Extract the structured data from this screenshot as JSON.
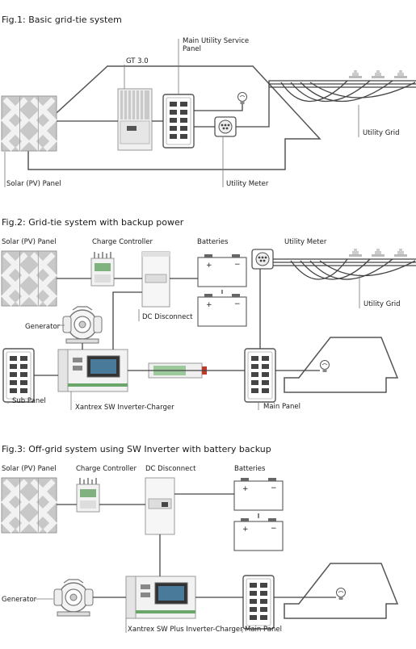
{
  "fig1": {
    "title": "Fig.1: Basic grid-tie system",
    "labels": {
      "gt": "GT 3.0",
      "main_panel_1": "Main Utility Service",
      "main_panel_2": "Panel",
      "solar": "Solar (PV) Panel",
      "meter": "Utility Meter",
      "grid": "Utility Grid"
    }
  },
  "fig2": {
    "title": "Fig.2: Grid-tie system with backup power",
    "labels": {
      "solar": "Solar (PV) Panel",
      "charge": "Charge Controller",
      "batteries": "Batteries",
      "meter": "Utility Meter",
      "grid": "Utility Grid",
      "generator": "Generator",
      "dc_disconnect": "DC Disconnect",
      "sub_panel": "Sub Panel",
      "inverter": "Xantrex SW Inverter-Charger",
      "main_panel": "Main Panel"
    }
  },
  "fig3": {
    "title": "Fig.3: Off-grid system using SW Inverter with battery backup",
    "labels": {
      "solar": "Solar (PV) Panel",
      "charge": "Charge Controller",
      "dc_disconnect": "DC Disconnect",
      "batteries": "Batteries",
      "generator": "Generator",
      "inverter": "Xantrex SW Plus Inverter-Charger",
      "main_panel": "Main Panel"
    }
  }
}
